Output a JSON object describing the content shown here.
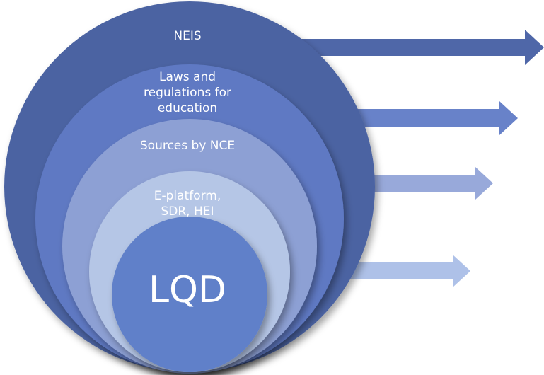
{
  "layers": [
    {
      "label": "NEIS",
      "color": "#4c64a2"
    },
    {
      "label": "Laws and regulations for education",
      "color": "#5e79c3"
    },
    {
      "label": "Sources by NCE",
      "color": "#8da0d4"
    },
    {
      "label": "E-platform, SDR,  HEI",
      "color": "#b5c6e6"
    },
    {
      "label": "LQD",
      "color": "#6180c9"
    }
  ],
  "layer_lines": [
    [
      "NEIS"
    ],
    [
      "Laws and",
      "regulations for",
      "education"
    ],
    [
      "Sources by NCE"
    ],
    [
      "E-platform,",
      "SDR,  HEI"
    ],
    [
      "LQD"
    ]
  ],
  "arrows": [
    {
      "color": "#4f67a8"
    },
    {
      "color": "#6882c9"
    },
    {
      "color": "#98a9da"
    },
    {
      "color": "#aec1e8"
    }
  ]
}
